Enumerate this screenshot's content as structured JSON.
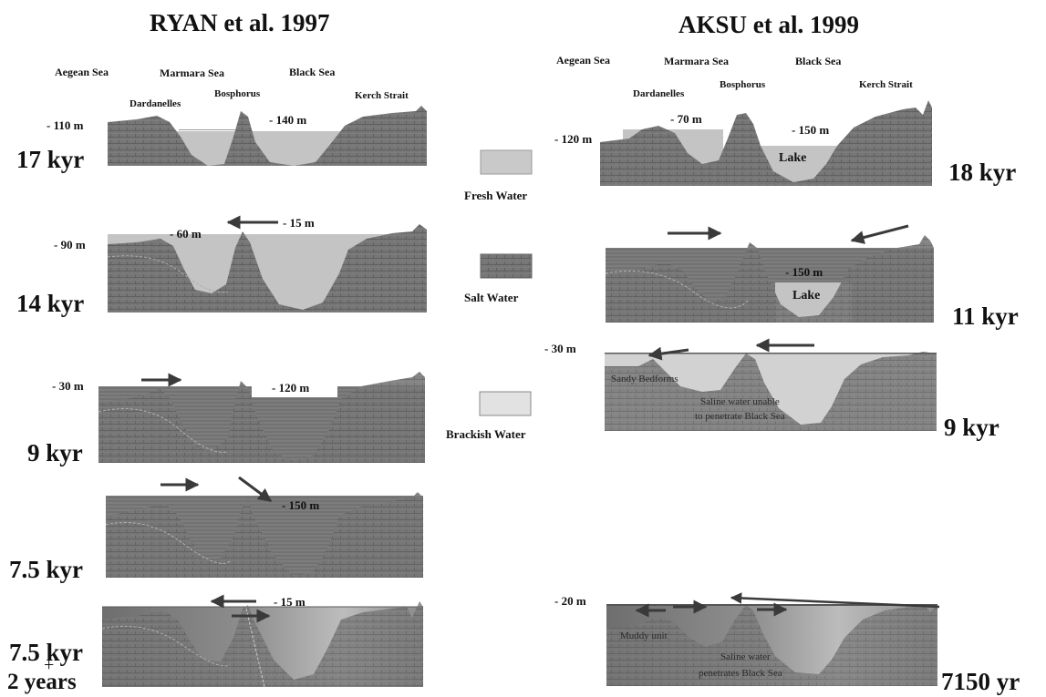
{
  "left": {
    "title": "RYAN et al. 1997",
    "locations": {
      "aegean": "Aegean Sea",
      "marmara": "Marmara Sea",
      "black": "Black Sea",
      "dardanelles": "Dardanelles",
      "bosphorus": "Bosphorus",
      "kerch": "Kerch Strait"
    },
    "panels": [
      {
        "age": "17 kyr",
        "labels": [
          "- 110 m",
          "- 140 m"
        ]
      },
      {
        "age": "14 kyr",
        "labels": [
          "- 90 m",
          "- 60 m",
          "- 15 m"
        ]
      },
      {
        "age": "9 kyr",
        "labels": [
          "- 30 m",
          "- 120 m"
        ]
      },
      {
        "age": "7.5 kyr",
        "labels": [
          "- 150 m"
        ]
      },
      {
        "age": "7.5 kyr",
        "age_extra": "+",
        "age_line2": "2 years",
        "labels": [
          "- 15 m"
        ]
      }
    ]
  },
  "right": {
    "title": "AKSU et al. 1999",
    "locations": {
      "aegean": "Aegean Sea",
      "marmara": "Marmara Sea",
      "black": "Black Sea",
      "dardanelles": "Dardanelles",
      "bosphorus": "Bosphorus",
      "kerch": "Kerch Strait"
    },
    "panels": [
      {
        "age": "18 kyr",
        "labels": [
          "- 120 m",
          "- 70 m",
          "- 150 m",
          "Lake"
        ]
      },
      {
        "age": "11 kyr",
        "labels": [
          "- 150 m",
          "Lake"
        ]
      },
      {
        "age": "9 kyr",
        "labels": [
          "- 30 m",
          "Sandy Bedforms",
          "Saline water unable",
          "to penetrate Black Sea"
        ]
      },
      {
        "age": "7150 yr",
        "labels": [
          "- 20 m",
          "Muddy unit",
          "Saline water",
          "penetrates Black Sea"
        ]
      }
    ]
  },
  "legend": [
    {
      "label": "Fresh Water",
      "color": "#c9c9c9"
    },
    {
      "label": "Salt Water",
      "color": "#7a7a7a"
    },
    {
      "label": "Brackish Water",
      "color": "#e0e0e0"
    }
  ]
}
